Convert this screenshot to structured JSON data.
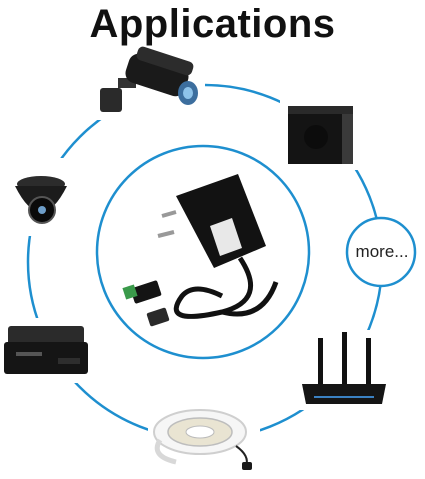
{
  "title": "Applications",
  "more_label": "more...",
  "colors": {
    "ring": "#1e8fcf",
    "device": "#1a1a1a",
    "background": "#ffffff"
  },
  "devices": [
    {
      "name": "bullet-security-camera"
    },
    {
      "name": "speaker-subwoofer"
    },
    {
      "name": "dome-security-camera"
    },
    {
      "name": "laser-printer"
    },
    {
      "name": "wifi-router"
    },
    {
      "name": "led-strip-reel"
    },
    {
      "name": "power-adapter"
    }
  ]
}
